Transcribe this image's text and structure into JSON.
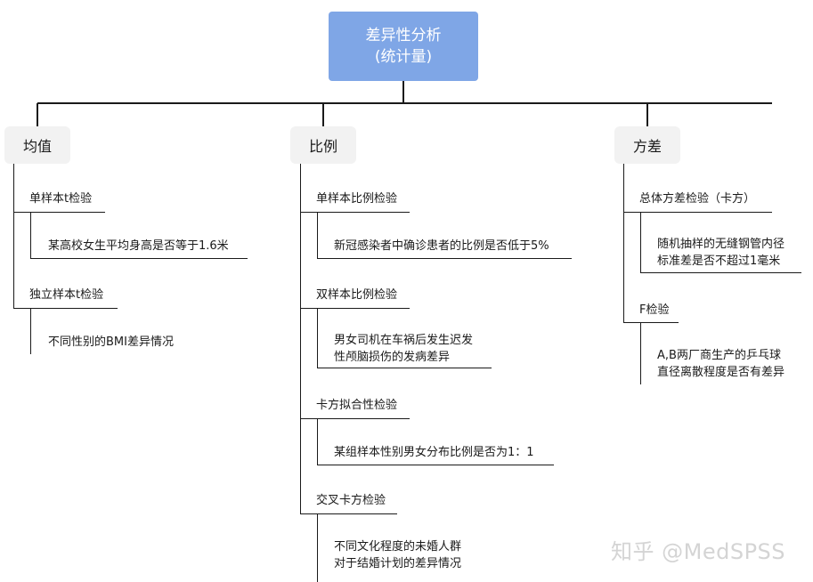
{
  "root": {
    "line1": "差异性分析",
    "line2": "(统计量)"
  },
  "branches": [
    {
      "title": "均值",
      "tests": [
        {
          "name": "单样本t检验",
          "examples": [
            "某高校女生平均身高是否等于1.6米"
          ]
        },
        {
          "name": "独立样本t检验",
          "examples": [
            "不同性别的BMI差异情况"
          ]
        }
      ]
    },
    {
      "title": "比例",
      "tests": [
        {
          "name": "单样本比例检验",
          "examples": [
            "新冠感染者中确诊患者的比例是否低于5%"
          ]
        },
        {
          "name": "双样本比例检验",
          "examples": [
            "男女司机在车祸后发生迟发",
            "性颅脑损伤的发病差异"
          ]
        },
        {
          "name": "卡方拟合性检验",
          "examples": [
            "某组样本性别男女分布比例是否为1：1"
          ]
        },
        {
          "name": "交叉卡方检验",
          "examples": [
            "不同文化程度的未婚人群",
            "对于结婚计划的差异情况"
          ]
        }
      ]
    },
    {
      "title": "方差",
      "tests": [
        {
          "name": "总体方差检验（卡方）",
          "examples": [
            "随机抽样的无缝钢管内径",
            "标准差是否不超过1毫米"
          ]
        },
        {
          "name": "F检验",
          "examples": [
            "A,B两厂商生产的乒乓球",
            "直径离散程度是否有差异"
          ]
        }
      ]
    }
  ],
  "watermark": "知乎 @MedSPSS",
  "colors": {
    "root_fill": "#7fa6e6",
    "branch_fill": "#f2f2f2",
    "line": "#1a1a1a"
  }
}
